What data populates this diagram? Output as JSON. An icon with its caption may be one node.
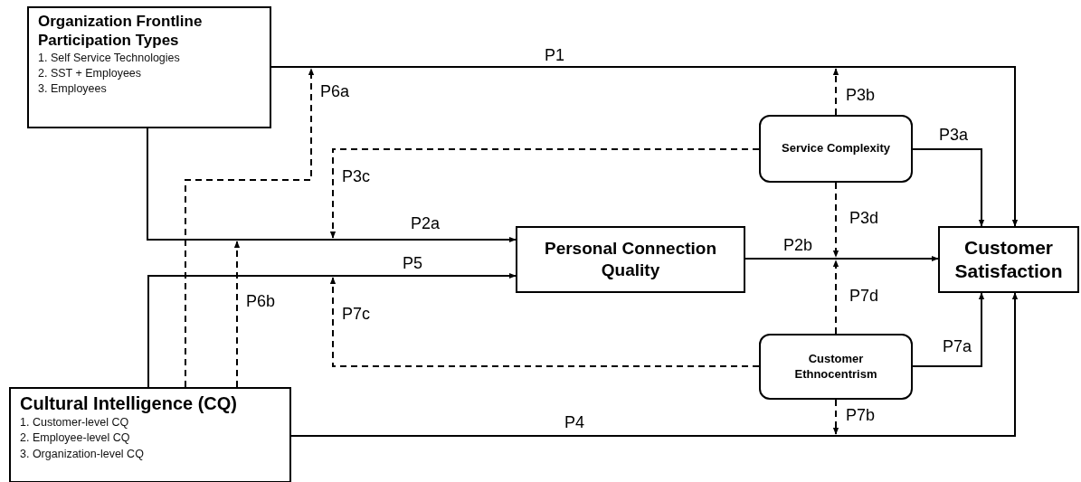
{
  "diagram": {
    "nodes": [
      {
        "text": [
          "Organization Frontline Participation Types",
          "1. Self Service Technologies",
          "2. SST + Employees",
          "3. Employees"
        ]
      },
      {
        "text": [
          "Cultural Intelligence (CQ)",
          "1. Customer-level CQ",
          "2. Employee-level CQ",
          "3. Organization-level CQ"
        ]
      },
      {
        "text": [
          "Service Complexity"
        ]
      },
      {
        "text": [
          "Personal Connection Quality"
        ]
      },
      {
        "text": [
          "Customer Satisfaction"
        ]
      },
      {
        "text": [
          "Customer Ethnocentrism"
        ]
      }
    ],
    "edges": [
      {
        "from": 0,
        "to": 4,
        "arrow": "to",
        "label": "P1"
      },
      {
        "from": 0,
        "to": 3,
        "arrow": "to",
        "label": "P2a"
      },
      {
        "from": 1,
        "to": 3,
        "arrow": "to",
        "label": "P5"
      },
      {
        "from": 3,
        "to": 4,
        "arrow": "to",
        "label": "P2b"
      },
      {
        "from": 2,
        "to": 4,
        "arrow": "to",
        "label": "P3a"
      },
      {
        "from": 5,
        "to": 4,
        "arrow": "to",
        "label": "P7a"
      },
      {
        "from": 1,
        "to": 4,
        "arrow": "to",
        "label": "P4"
      },
      {
        "from": 2,
        "to": null,
        "arrow": "to",
        "label": "P3b",
        "style": "dashed"
      },
      {
        "from": 2,
        "to": null,
        "arrow": "to",
        "label": "P3c",
        "style": "dashed"
      },
      {
        "from": 2,
        "to": null,
        "arrow": "to",
        "label": "P3d",
        "style": "dashed"
      },
      {
        "from": 5,
        "to": null,
        "arrow": "to",
        "label": "P7d",
        "style": "dashed"
      },
      {
        "from": 5,
        "to": null,
        "arrow": "to",
        "label": "P7b",
        "style": "dashed"
      },
      {
        "from": 5,
        "to": null,
        "arrow": "to",
        "label": "P7c",
        "style": "dashed"
      },
      {
        "from": 1,
        "to": null,
        "arrow": "to",
        "label": "P6a",
        "style": "dashed"
      },
      {
        "from": 1,
        "to": null,
        "arrow": "to",
        "label": "P6b",
        "style": "dashed"
      }
    ]
  }
}
